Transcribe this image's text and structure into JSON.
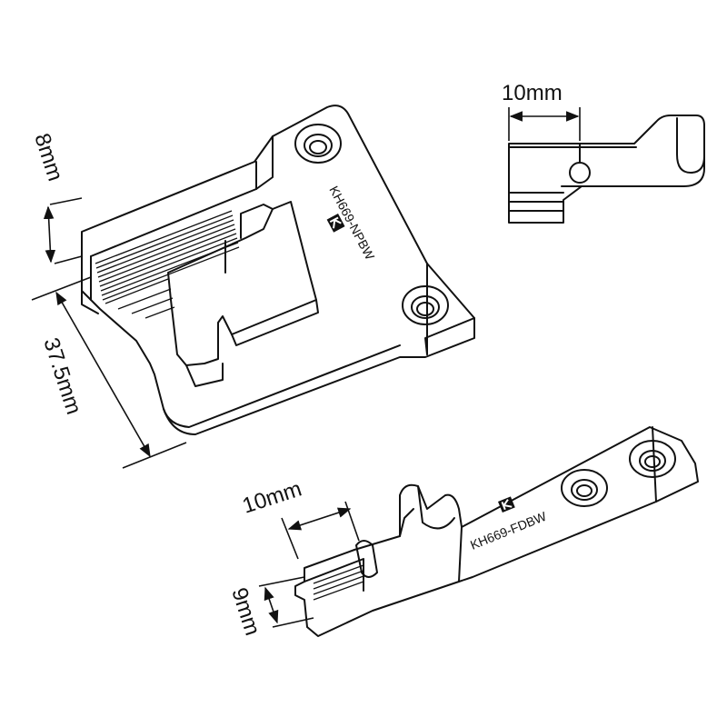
{
  "dimensions": {
    "plate_height": "8mm",
    "plate_length": "37.5mm",
    "clip_width": "10mm",
    "bar_gap": "10mm",
    "bar_height": "9mm"
  },
  "parts": {
    "needle_plate_code": "KH669-NPBW",
    "feed_bar_code": "KH669-FDBW"
  }
}
